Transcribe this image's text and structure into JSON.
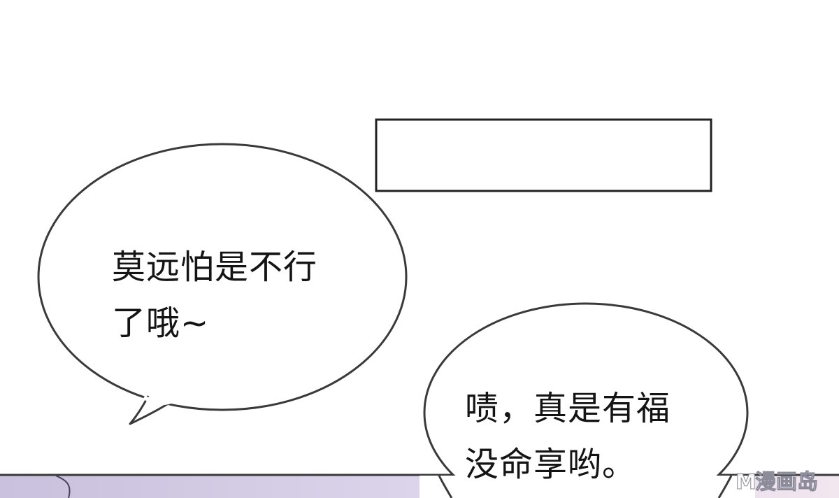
{
  "left_bubble": {
    "lines": [
      "莫远怕是不行",
      "了哦~"
    ]
  },
  "right_bubble": {
    "lines": [
      "啧，真是有福",
      "没命享哟。"
    ]
  },
  "watermark": {
    "letter": "M",
    "text": "漫画岛"
  },
  "colors": {
    "background": "#ffffff",
    "outline": "#3a3a3a",
    "text": "#141414",
    "lower_panel_left": "#c9c1dd",
    "lower_panel_right": "#f2e6ef"
  }
}
